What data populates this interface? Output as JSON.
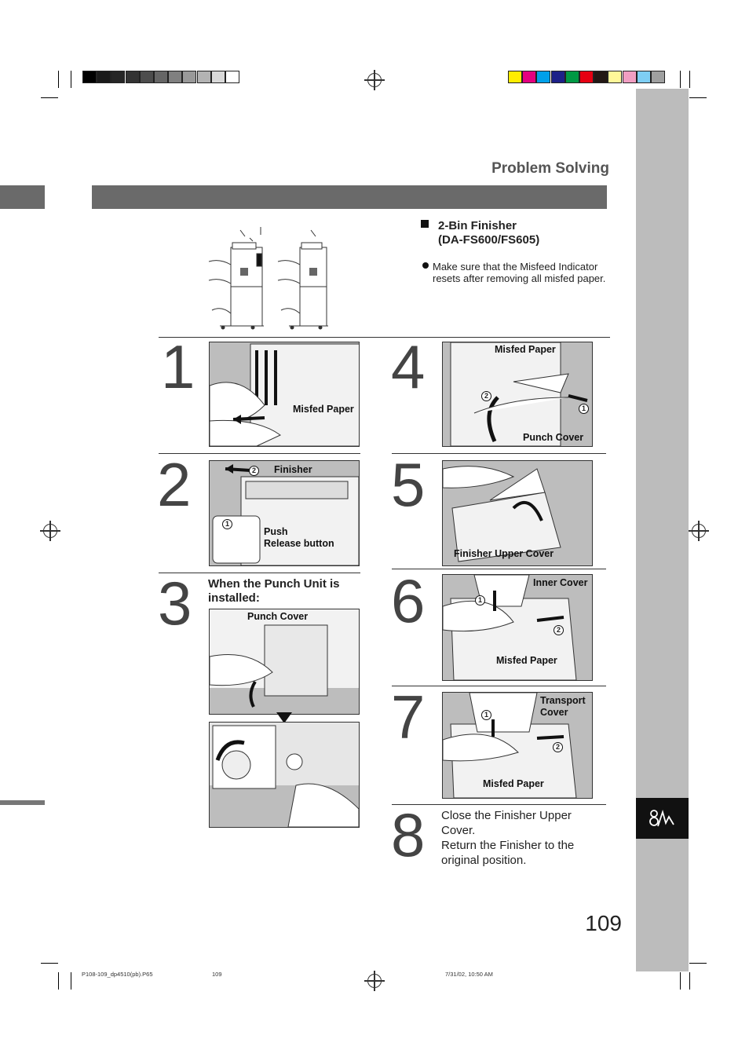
{
  "header": {
    "section_title": "Problem Solving"
  },
  "intro": {
    "heading_line1": "2-Bin Finisher",
    "heading_line2": "(DA-FS600/FS605)",
    "note": "Make sure that the Misfeed Indicator resets after removing all misfed paper."
  },
  "steps": {
    "s1": {
      "num": "1",
      "labels": {
        "misfed_paper": "Misfed Paper"
      }
    },
    "s2": {
      "num": "2",
      "labels": {
        "finisher": "Finisher",
        "push": "Push",
        "release_button": "Release button",
        "c1": "1",
        "c2": "2"
      }
    },
    "s3": {
      "num": "3",
      "text": "When the Punch Unit is installed:",
      "labels": {
        "punch_cover": "Punch Cover"
      }
    },
    "s4": {
      "num": "4",
      "labels": {
        "misfed_paper": "Misfed Paper",
        "punch_cover": "Punch Cover",
        "c1": "1",
        "c2": "2"
      }
    },
    "s5": {
      "num": "5",
      "labels": {
        "finisher_upper_cover": "Finisher Upper Cover"
      }
    },
    "s6": {
      "num": "6",
      "labels": {
        "inner_cover": "Inner Cover",
        "misfed_paper": "Misfed Paper",
        "c1": "1",
        "c2": "2"
      }
    },
    "s7": {
      "num": "7",
      "labels": {
        "transport": "Transport",
        "cover": "Cover",
        "misfed_paper": "Misfed Paper",
        "c1": "1",
        "c2": "2"
      }
    },
    "s8": {
      "num": "8",
      "line1": "Close the Finisher Upper",
      "line2": "Cover.",
      "line3": "Return the Finisher to the",
      "line4": "original position."
    }
  },
  "page_number": "109",
  "footer": {
    "file": "P108-109_dp4510(pb).P65",
    "page": "109",
    "date": "7/31/02, 10:50 AM"
  },
  "icons": {
    "side_tab": "troubleshooting-icon",
    "tab_glyph": "8/\\/"
  },
  "colors": {
    "gray_swatches": [
      "#000000",
      "#1a1a1a",
      "#262626",
      "#333333",
      "#4d4d4d",
      "#666666",
      "#808080",
      "#999999",
      "#b3b3b3",
      "#d9d9d9",
      "#ffffff"
    ],
    "color_swatches": [
      "#ffed00",
      "#e4007f",
      "#00a0e9",
      "#1d2088",
      "#009944",
      "#e60012",
      "#231815",
      "#fff799",
      "#f19ec2",
      "#7ecef4",
      "#9fa0a0"
    ]
  }
}
